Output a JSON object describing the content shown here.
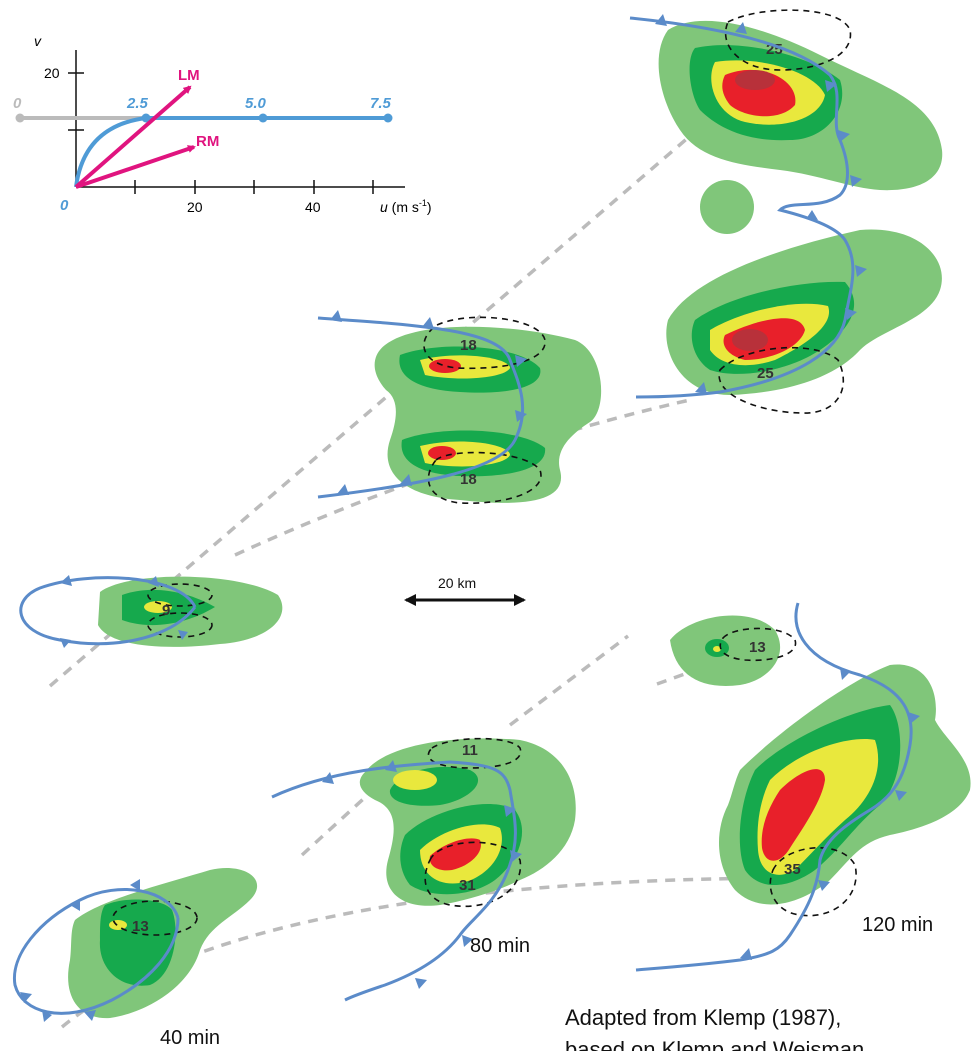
{
  "hodograph": {
    "v_label": "v",
    "v_tick": "20",
    "u_ticks": [
      "20",
      "40"
    ],
    "u_axis": "u",
    "u_units": " (m s",
    "u_units_sup": "-1",
    "u_units_close": ")",
    "shear_labels": {
      "zero_gray": "0",
      "zero_blue": "0",
      "s25": "2.5",
      "s50": "5.0",
      "s75": "7.5"
    },
    "vectors": {
      "lm": "LM",
      "rm": "RM"
    }
  },
  "scale": {
    "label": "20 km"
  },
  "cells": {
    "t40_upper": "9",
    "t80_north": "18",
    "t80_south": "18",
    "t120_north": "25",
    "t120_south": "25",
    "t40_lower": "13",
    "t80_lower_north": "11",
    "t80_lower_south": "31",
    "t120_lower_small": "13",
    "t120_lower_big": "35"
  },
  "times": {
    "t40": "40 min",
    "t80": "80 min",
    "t120": "120 min"
  },
  "credit": {
    "line1": "Adapted from Klemp (1987),",
    "line2": "based on Klemp and Weisman"
  },
  "colors": {
    "light_green": "#80c67a",
    "mid_green": "#16a94d",
    "yellow": "#e9e83d",
    "red": "#e8202a",
    "dark_red": "#b8313a",
    "front_blue": "#5b8bc9",
    "hodo_blue": "#4f9bd6",
    "magenta": "#e0147f",
    "track_gray": "#bbbbbb"
  }
}
